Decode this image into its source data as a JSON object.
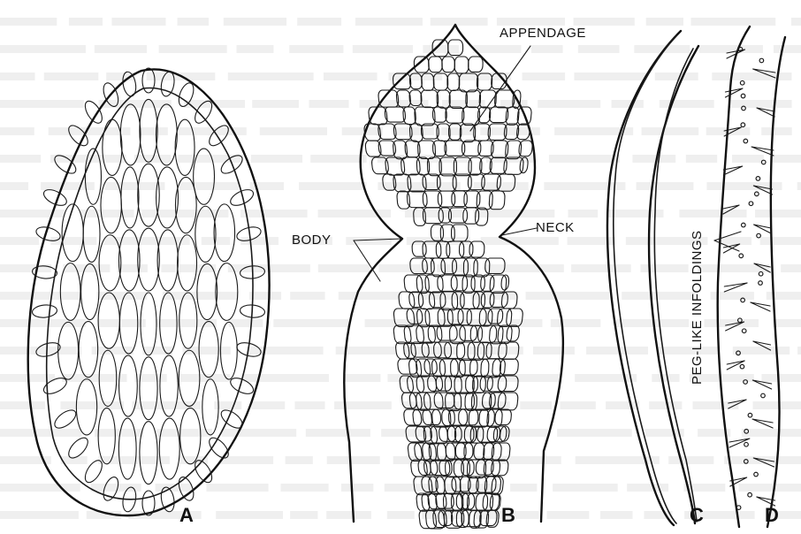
{
  "labels": {
    "appendage": "APPENDAGE",
    "neck": "NECK",
    "body": "BODY",
    "peg_like_infoldings": "PEG-LIKE INFOLDINGS"
  },
  "panels": {
    "a": "A",
    "b": "B",
    "c": "C",
    "d": "D"
  }
}
